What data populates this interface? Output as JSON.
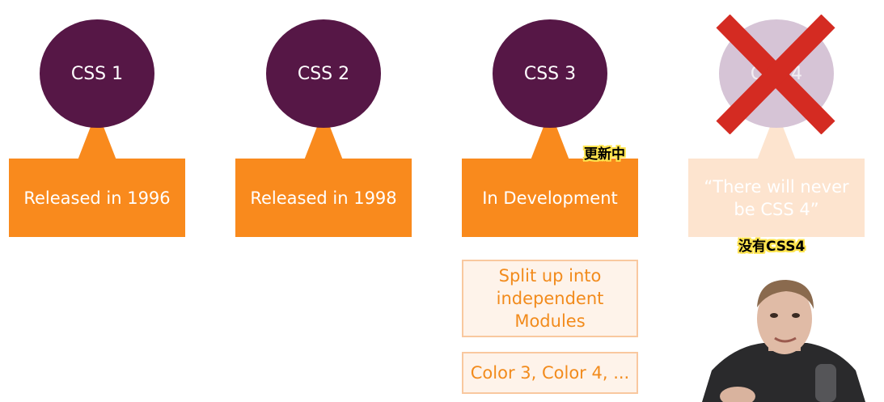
{
  "colors": {
    "purple": "#561746",
    "purple_faded": "#d6c4d6",
    "orange": "#f98a1d",
    "orange_faded": "#fde4cf",
    "cross_red": "#d42b22"
  },
  "versions": [
    {
      "label": "CSS 1",
      "description": "Released in 1996"
    },
    {
      "label": "CSS 2",
      "description": "Released in 1998"
    },
    {
      "label": "CSS 3",
      "description": "In Development"
    },
    {
      "label": "CSS 4",
      "description": "“There will never be CSS 4”"
    }
  ],
  "css3_notes": [
    "Split up into independent Modules",
    "Color 3, Color 4, ..."
  ],
  "captions": {
    "updating": "更新中",
    "no_css4": "没有CSS4"
  }
}
